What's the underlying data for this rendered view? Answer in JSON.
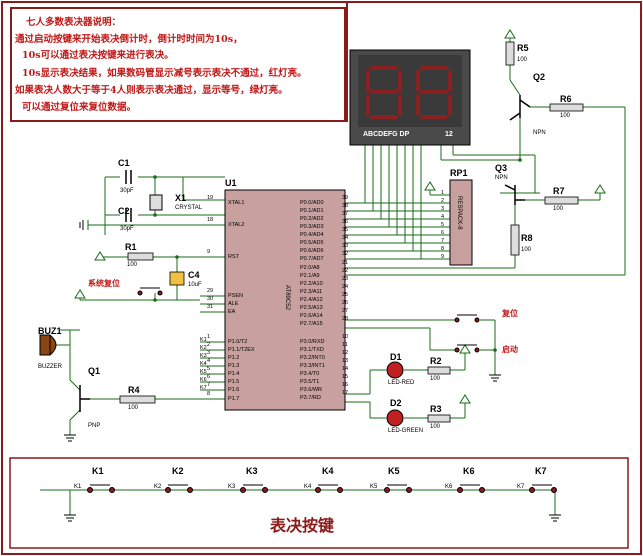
{
  "notes": {
    "title": "七人多数表决器说明：",
    "line1": "通过启动按键来开始表决倒计时，倒计时时间为10s，",
    "line2": "10s可以通过表决按键来进行表决。",
    "line3": "10s显示表决结果，如果数码管显示减号表示表决不通过，红灯亮。",
    "line4": "如果表决人数大于等于4人则表示表决通过，显示等号，绿灯亮。",
    "line5": "可以通过复位来复位数据。"
  },
  "display": {
    "segments": "ABCDEFG  DP",
    "digits": "12"
  },
  "mcu": {
    "ref": "U1",
    "part": "AT89C52",
    "left_pins": [
      {
        "num": "19",
        "name": "XTAL1"
      },
      {
        "num": "18",
        "name": "XTAL2"
      },
      {
        "num": "9",
        "name": "RST"
      },
      {
        "num": "29",
        "name": "PSEN"
      },
      {
        "num": "30",
        "name": "ALE"
      },
      {
        "num": "31",
        "name": "EA"
      },
      {
        "num": "1",
        "name": "P1.0/T2"
      },
      {
        "num": "2",
        "name": "P1.1/T2EX"
      },
      {
        "num": "3",
        "name": "P1.2"
      },
      {
        "num": "4",
        "name": "P1.3"
      },
      {
        "num": "5",
        "name": "P1.4"
      },
      {
        "num": "6",
        "name": "P1.5"
      },
      {
        "num": "7",
        "name": "P1.6"
      },
      {
        "num": "8",
        "name": "P1.7"
      }
    ],
    "right_pins": [
      {
        "num": "39",
        "name": "P0.0/AD0"
      },
      {
        "num": "38",
        "name": "P0.1/AD1"
      },
      {
        "num": "37",
        "name": "P0.2/AD2"
      },
      {
        "num": "36",
        "name": "P0.3/AD3"
      },
      {
        "num": "35",
        "name": "P0.4/AD4"
      },
      {
        "num": "34",
        "name": "P0.5/AD5"
      },
      {
        "num": "33",
        "name": "P0.6/AD6"
      },
      {
        "num": "32",
        "name": "P0.7/AD7"
      },
      {
        "num": "21",
        "name": "P2.0/A8"
      },
      {
        "num": "22",
        "name": "P2.1/A9"
      },
      {
        "num": "23",
        "name": "P2.2/A10"
      },
      {
        "num": "24",
        "name": "P2.3/A11"
      },
      {
        "num": "25",
        "name": "P2.4/A12"
      },
      {
        "num": "26",
        "name": "P2.5/A13"
      },
      {
        "num": "27",
        "name": "P2.6/A14"
      },
      {
        "num": "28",
        "name": "P2.7/A15"
      },
      {
        "num": "10",
        "name": "P3.0/RXD"
      },
      {
        "num": "11",
        "name": "P3.1/TXD"
      },
      {
        "num": "12",
        "name": "P3.2/INT0"
      },
      {
        "num": "13",
        "name": "P3.3/INT1"
      },
      {
        "num": "14",
        "name": "P3.4/T0"
      },
      {
        "num": "15",
        "name": "P3.5/T1"
      },
      {
        "num": "16",
        "name": "P3.6/WR"
      },
      {
        "num": "17",
        "name": "P3.7/RD"
      }
    ],
    "k_labels": [
      "K1",
      "K2",
      "K3",
      "K4",
      "K5",
      "K6",
      "K7"
    ]
  },
  "parts": {
    "c1": {
      "ref": "C1",
      "val": "30pF"
    },
    "c2": {
      "ref": "C2",
      "val": "30pF"
    },
    "x1": {
      "ref": "X1",
      "val": "CRYSTAL"
    },
    "r1": {
      "ref": "R1",
      "val": "100"
    },
    "c4": {
      "ref": "C4",
      "val": "10uF"
    },
    "rp1": {
      "ref": "RP1",
      "val": "RESPACK-8",
      "pins": [
        "1",
        "2",
        "3",
        "4",
        "5",
        "6",
        "7",
        "8",
        "9"
      ]
    },
    "q2": {
      "ref": "Q2",
      "val": "NPN"
    },
    "q3": {
      "ref": "Q3",
      "val": "NPN"
    },
    "r5": {
      "ref": "R5",
      "val": "100"
    },
    "r6": {
      "ref": "R6",
      "val": "100"
    },
    "r7": {
      "ref": "R7",
      "val": "100"
    },
    "r8": {
      "ref": "R8",
      "val": "100"
    },
    "buz": {
      "ref": "BUZ1",
      "val": "BUZZER"
    },
    "q1": {
      "ref": "Q1",
      "val": "PNP"
    },
    "r4": {
      "ref": "R4",
      "val": "100"
    },
    "d1": {
      "ref": "D1",
      "val": "LED-RED"
    },
    "d2": {
      "ref": "D2",
      "val": "LED-GREEN"
    },
    "r2": {
      "ref": "R2",
      "val": "100"
    },
    "r3": {
      "ref": "R3",
      "val": "100"
    }
  },
  "buttons": {
    "system_reset": "系统复位",
    "reset": "复位",
    "start": "启动",
    "keys": [
      "K1",
      "K2",
      "K3",
      "K4",
      "K5",
      "K6",
      "K7"
    ]
  },
  "bottom_title": "表决按键",
  "colors": {
    "border": "#8b1a1a",
    "wire": "#1a6b1a",
    "chip": "#c8a0a0",
    "display": "#4a4a4a",
    "segment": "#d23030",
    "note_text": "#c01818"
  }
}
